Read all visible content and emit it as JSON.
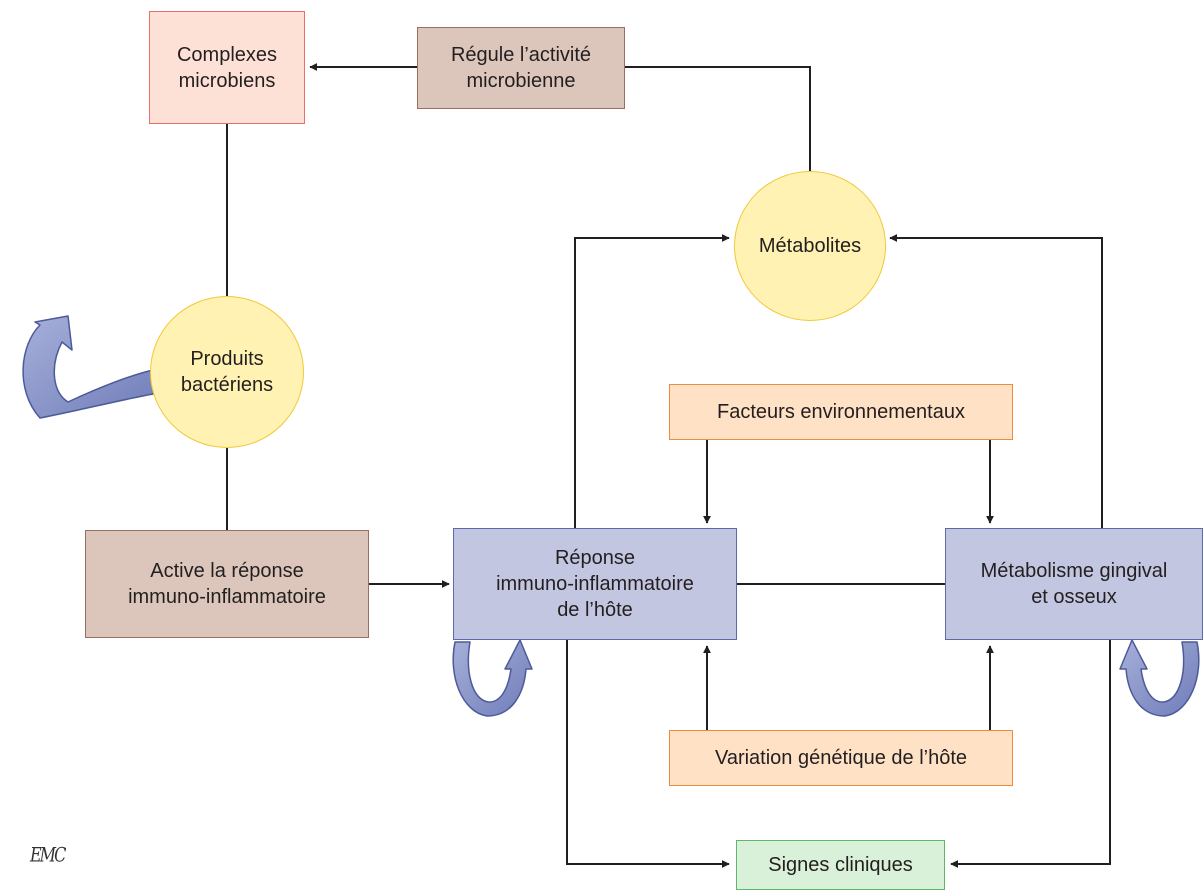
{
  "nodes": {
    "complexes": {
      "label": "Complexes\nmicrobiens"
    },
    "regule": {
      "label": "Régule l’activité\nmicrobienne"
    },
    "metabolites": {
      "label": "Métabolites"
    },
    "produits": {
      "label": "Produits\nbactériens"
    },
    "active": {
      "label": "Active la réponse\nimmuno-inflammatoire"
    },
    "reponse": {
      "label": "Réponse\nimmuno-inflammatoire\nde l’hôte"
    },
    "facteurs": {
      "label": "Facteurs environnementaux"
    },
    "metabolisme": {
      "label": "Métabolisme gingival\net osseux"
    },
    "variation": {
      "label": "Variation génétique de l’hôte"
    },
    "signes": {
      "label": "Signes cliniques"
    }
  },
  "logo": "EMC",
  "colors": {
    "salmon_fill": "#fde0d6",
    "salmon_border": "#e8706a",
    "brown_fill": "#dcc6bc",
    "brown_border": "#9a6f60",
    "yellow_fill": "#fff2b3",
    "yellow_border": "#f1c83a",
    "blue_fill": "#c3c6e0",
    "blue_border": "#5d6aa8",
    "orange_fill": "#ffe1c6",
    "orange_border": "#f08a3c",
    "green_fill": "#d9f0d9",
    "green_border": "#5fb66b",
    "arrow_blue": "#8b96c8",
    "line": "#231f20"
  }
}
